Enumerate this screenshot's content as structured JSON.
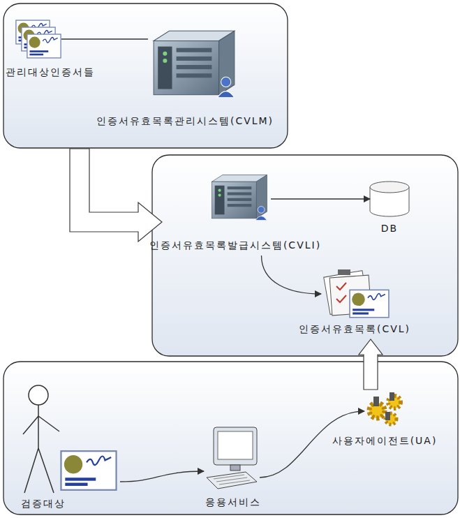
{
  "diagram": {
    "nodes": [
      {
        "text": [
          "관리대상인증서들"
        ]
      },
      {
        "text": [
          "인증서유효목록관리시스템(CVLM)"
        ]
      },
      {
        "text": [
          "인증서유효목록발급시스템(CVLI)"
        ]
      },
      {
        "text": [
          "DB"
        ]
      },
      {
        "text": [
          "인증서유효목록(CVL)"
        ]
      },
      {
        "text": [
          "사용자에이전트(UA)"
        ]
      },
      {
        "text": [
          "검증대상"
        ]
      },
      {
        "text": [
          "응용서비스"
        ]
      }
    ],
    "edges": [
      {
        "from": 0,
        "to": 1,
        "arrow": "none"
      },
      {
        "from": 2,
        "to": 3,
        "arrow": "to"
      },
      {
        "from": 2,
        "to": 4,
        "arrow": "to"
      },
      {
        "from": 6,
        "to": 7,
        "arrow": "to"
      },
      {
        "from": 7,
        "to": 5,
        "arrow": "to"
      },
      {
        "from": 5,
        "to": 4,
        "arrow": "to"
      },
      {
        "from": 1,
        "to": 2,
        "arrow": "to"
      }
    ]
  }
}
